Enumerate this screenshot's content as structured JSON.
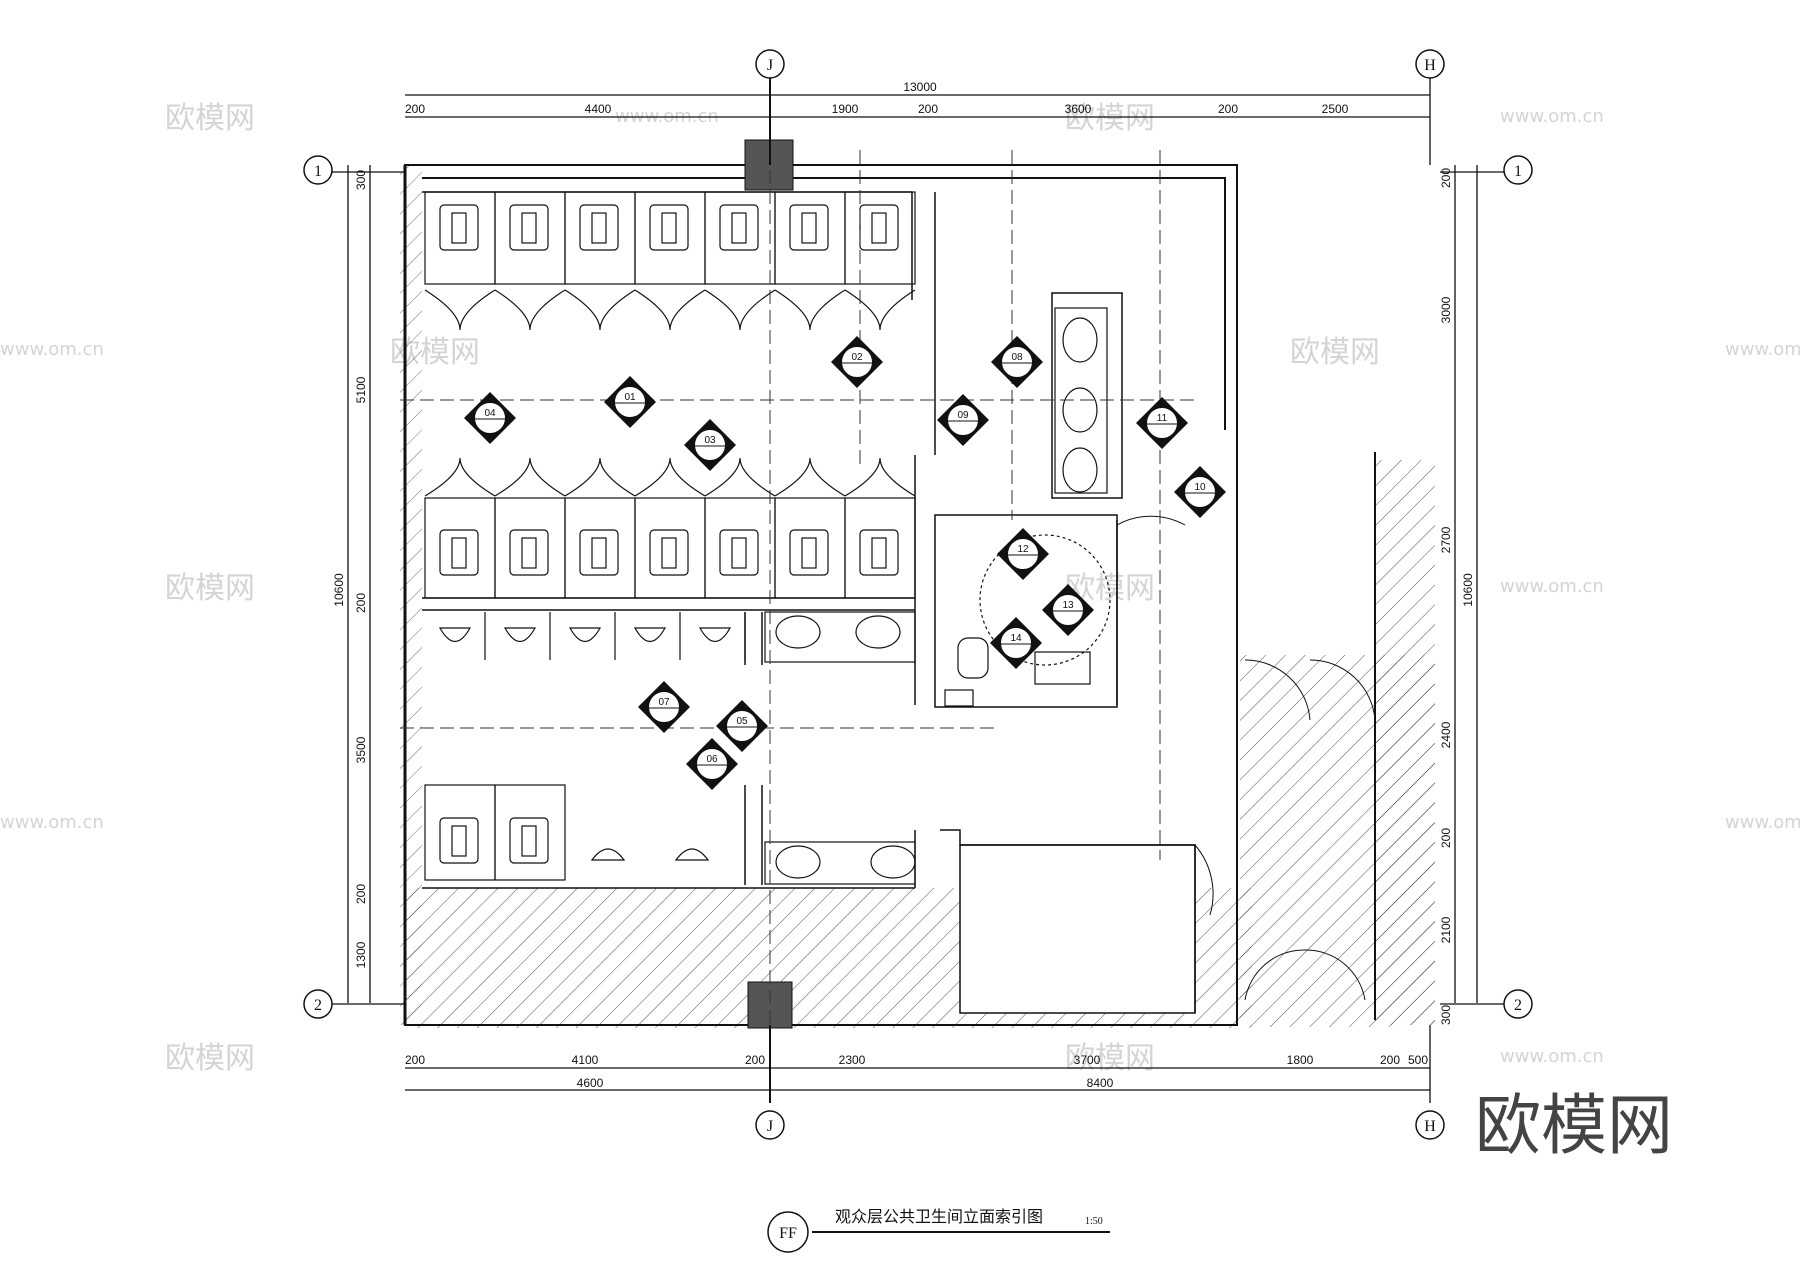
{
  "drawing": {
    "title": "观众层公共卫生间立面索引图",
    "scale": "1:50",
    "view_mark": "FF"
  },
  "grid": {
    "col_left": "J",
    "col_right": "H",
    "row_top": "1",
    "row_bottom": "2"
  },
  "dims": {
    "top_total": "13000",
    "top_segments": [
      "200",
      "4400",
      "1900",
      "200",
      "3600",
      "200",
      "2500"
    ],
    "bottom_segments": [
      "200",
      "4100",
      "200",
      "2300",
      "3700",
      "1800",
      "200",
      "500"
    ],
    "bottom_totals": [
      "4600",
      "8400"
    ],
    "left_total": "10600",
    "left_segments": [
      "300",
      "5100",
      "200",
      "3500",
      "200",
      "1300"
    ],
    "right_total": "10600",
    "right_segments": [
      "200",
      "3000",
      "2700",
      "2400",
      "200",
      "2100",
      "300"
    ]
  },
  "index_markers": [
    "01",
    "02",
    "03",
    "04",
    "05",
    "06",
    "07",
    "08",
    "09",
    "10",
    "11",
    "12",
    "13",
    "14"
  ],
  "watermark": {
    "brand": "欧模网",
    "url": "www.om.cn",
    "big": "欧模网"
  }
}
